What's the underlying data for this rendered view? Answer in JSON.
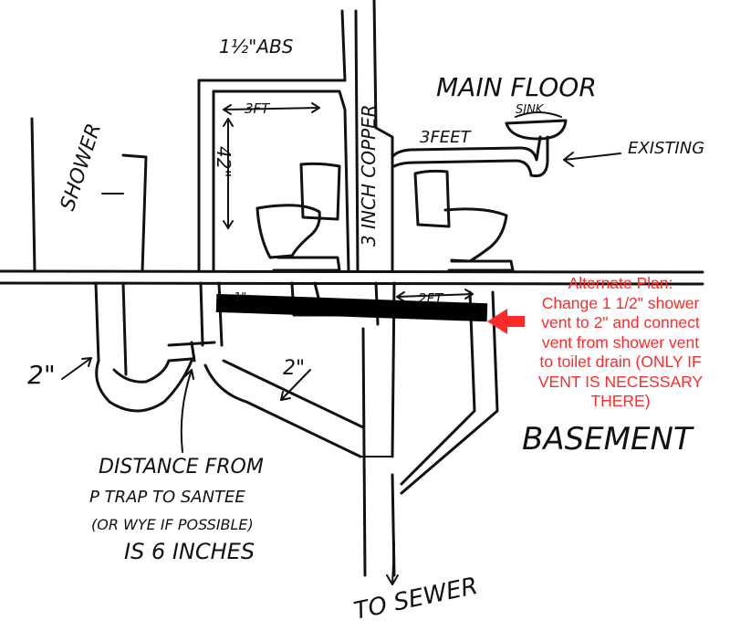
{
  "labels": {
    "pipe_size": "1½\"ABS",
    "main_floor": "MAIN FLOOR",
    "sink": "SINK",
    "width_3ft": "3FT",
    "height_42": "42\"",
    "copper": "3 INCH COPPER",
    "three_feet": "3FEET",
    "existing": "EXISTING",
    "shower": "SHOWER",
    "two_inch_left": "2\"",
    "two_inch_mid": "2\"",
    "two_ft": "2FT",
    "one_inch": "1\"",
    "basement": "BASEMENT",
    "distance": [
      "DISTANCE FROM",
      "P TRAP TO SANTEE",
      "(OR WYE IF POSSIBLE)",
      "IS 6 INCHES"
    ],
    "to_sewer": "TO SEWER"
  },
  "note": {
    "title": "Alternate Plan:",
    "lines": [
      "Change 1 1/2\" shower",
      "vent to 2\" and connect",
      "vent from shower vent",
      "to toilet drain  (ONLY IF",
      "VENT IS NECESSARY",
      "THERE)"
    ]
  },
  "colors": {
    "ink": "#111111",
    "annotation": "#ff2a2a",
    "beam": "#000000"
  },
  "icons": [
    "toilet-icon",
    "sink-icon",
    "red-arrow-icon"
  ]
}
